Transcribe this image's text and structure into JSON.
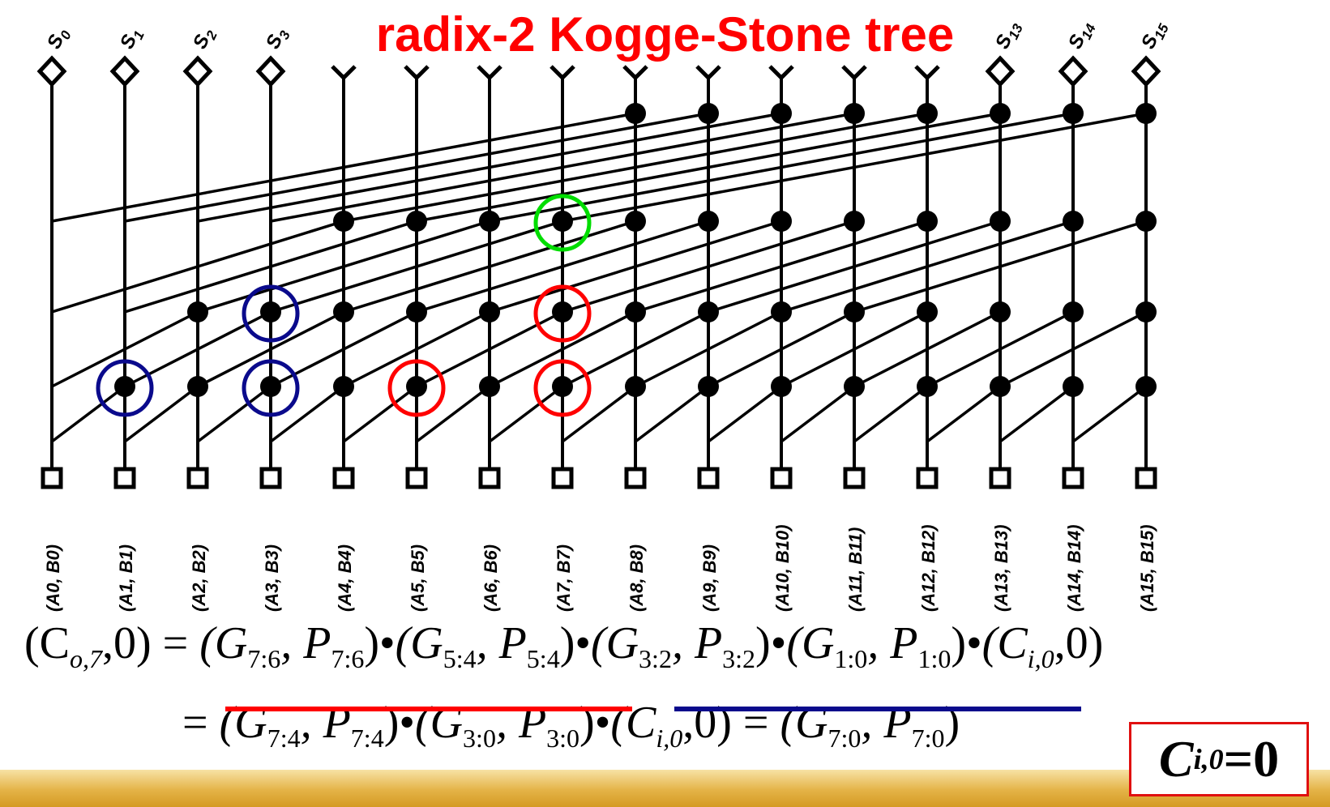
{
  "title": "radix-2 Kogge-Stone tree",
  "outputs": [
    "S0",
    "S1",
    "S2",
    "S3",
    "S13",
    "S14",
    "S15"
  ],
  "output_labels": [
    {
      "main": "S",
      "sub": "0"
    },
    {
      "main": "S",
      "sub": "1"
    },
    {
      "main": "S",
      "sub": "2"
    },
    {
      "main": "S",
      "sub": "3"
    },
    {
      "main": "S",
      "sub": "13"
    },
    {
      "main": "S",
      "sub": "14"
    },
    {
      "main": "S",
      "sub": "15"
    }
  ],
  "inputs": [
    "(A0, B0)",
    "(A1, B1)",
    "(A2, B2)",
    "(A3, B3)",
    "(A4, B4)",
    "(A5, B5)",
    "(A6, B6)",
    "(A7, B7)",
    "(A8, B8)",
    "(A9, B9)",
    "(A10, B10)",
    "(A11, B11)",
    "(A12, B12)",
    "(A13, B13)",
    "(A14, B14)",
    "(A15, B15)"
  ],
  "highlights": {
    "blue": "#0a0a8c",
    "red": "#ff0000",
    "green": "#00dd00"
  },
  "equation_line1": {
    "lhs": "(C",
    "lhs_sub": "o,7",
    "lhs_end": ",0) =",
    "t1": "(G",
    "t1s": "7:6",
    "t1m": ", P",
    "t1ms": "7:6",
    "t1e": ")",
    "dot": "•",
    "t2": "(G",
    "t2s": "5:4",
    "t2m": ", P",
    "t2ms": "5:4",
    "t2e": ")",
    "t3": "(G",
    "t3s": "3:2",
    "t3m": ", P",
    "t3ms": "3:2",
    "t3e": ")",
    "t4": "(G",
    "t4s": "1:0",
    "t4m": ", P",
    "t4ms": "1:0",
    "t4e": ")",
    "t5": "(C",
    "t5s": "i,0",
    "t5e": ",0)"
  },
  "equation_line2": {
    "eq": "=",
    "t1": "(G",
    "t1s": "7:4",
    "t1m": ", P",
    "t1ms": "7:4",
    "t1e": ")",
    "dot": "•",
    "t2": "(G",
    "t2s": "3:0",
    "t2m": ", P",
    "t2ms": "3:0",
    "t2e": ")",
    "t3": "(C",
    "t3s": "i,0",
    "t3e": ",0) =",
    "t4": "(G",
    "t4s": "7:0",
    "t4m": ", P",
    "t4ms": "7:0",
    "t4e": ")"
  },
  "condition": {
    "main": "C",
    "sub": "i,0",
    "rest": "=0"
  }
}
